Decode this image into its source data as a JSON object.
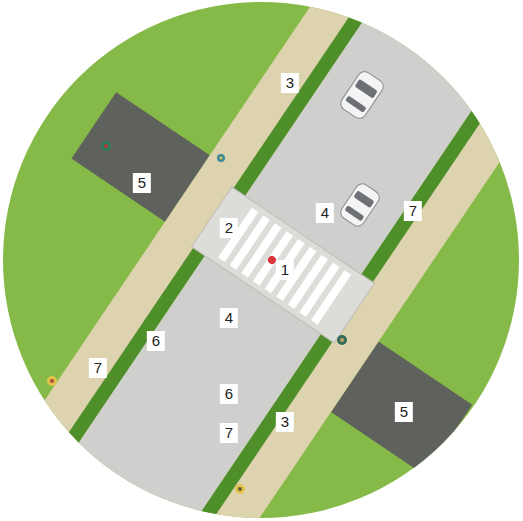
{
  "diagram": {
    "labels": [
      "3",
      "5",
      "7",
      "4",
      "2",
      "1",
      "4",
      "6",
      "7",
      "6",
      "5",
      "3",
      "7"
    ]
  }
}
